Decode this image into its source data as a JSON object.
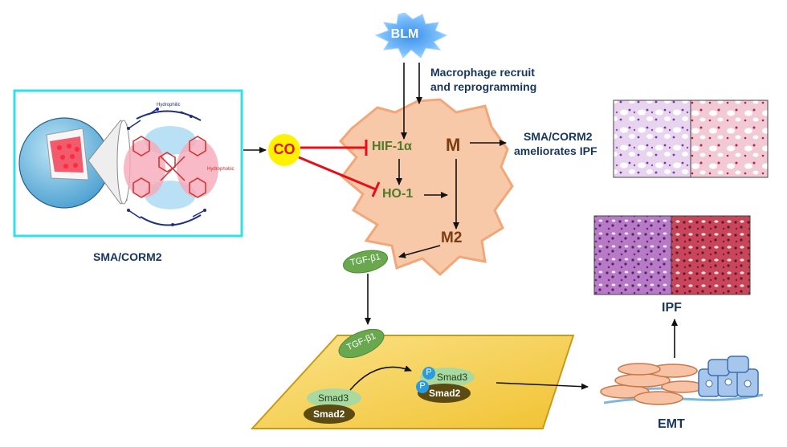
{
  "nodes": {
    "blm": "BLM",
    "macrophage_note_line1": "Macrophage recruit",
    "macrophage_note_line2": "and reprogramming",
    "co": "CO",
    "hif": "HIF-1α",
    "ho1": "HO-1",
    "m": "M",
    "m2": "M2",
    "tgf_top": "TGF-β1",
    "tgf_bottom": "TGF-β1",
    "smad3_left": "Smad3",
    "smad2_left": "Smad2",
    "smad3_right": "Smad3",
    "smad2_right": "Smad2",
    "p1": "P",
    "p2": "P",
    "effect_line1": "SMA/CORM2",
    "effect_line2": "ameliorates IPF",
    "ipf": "IPF",
    "emt": "EMT",
    "sma_caption": "SMA/CORM2",
    "hydrophilic": "Hydrophilic",
    "hydrophobic": "Hydrophobic"
  },
  "colors": {
    "title_blue": "#17365d",
    "green_text": "#4f7a28",
    "brown_text": "#7a3d0f",
    "red_text": "#e3101a",
    "co_yellow": "#fff200",
    "cyan_frame": "#2de0ea",
    "macrophage_fill": "#f8c9a8",
    "cell_fill": "#f5c842",
    "tgf_green": "#6aa84f",
    "smad3_green": "#a9d8a0",
    "smad2_brown": "#5b4a12",
    "p_blue": "#2b9be0",
    "inhibit_red": "#e3101a"
  },
  "icons": [
    "nanoparticle-icon",
    "micelle-structure-icon",
    "histology-normal-icon",
    "histology-fibrotic-icon",
    "emt-cells-icon"
  ]
}
